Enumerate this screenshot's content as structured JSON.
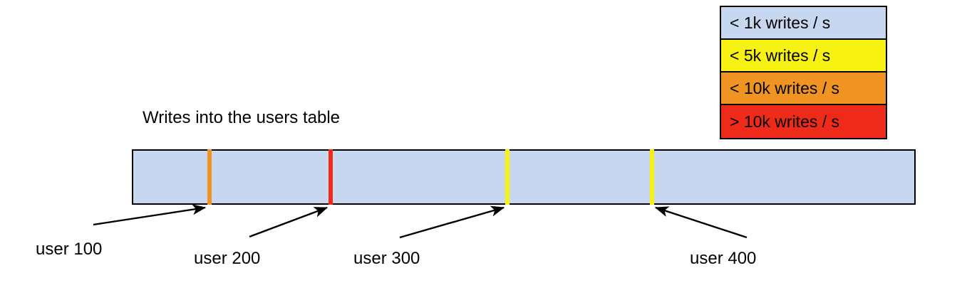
{
  "chart_data": {
    "type": "bar",
    "title": "Writes into the users table",
    "xlabel": "",
    "ylabel": "",
    "orientation": "horizontal",
    "description": "A single horizontal range bar representing the users table keyspace, shaded by write throughput. Most of the range is < 1k writes / s (light blue); four narrow hot spots are marked at user 100 (orange, < 10k writes / s), user 200 (red, > 10k writes / s), user 300 (yellow, < 5k writes / s) and user 400 (yellow, < 5k writes / s).",
    "base_band": "< 1k writes / s",
    "base_color": "#c7d7ef",
    "categories": [
      "user 100",
      "user 200",
      "user 300",
      "user 400"
    ],
    "markers": [
      {
        "label": "user 100",
        "band": "< 10k writes / s",
        "color": "#ef9322",
        "position_pct": 9.6
      },
      {
        "label": "user 200",
        "band": "> 10k writes / s",
        "color": "#ee2a18",
        "position_pct": 25.1
      },
      {
        "label": "user 300",
        "band": "< 5k writes / s",
        "color": "#f7f211",
        "position_pct": 47.6
      },
      {
        "label": "user 400",
        "band": "< 5k writes / s",
        "color": "#f7f211",
        "position_pct": 66.1
      }
    ],
    "legend": {
      "position": "top-right",
      "entries": [
        {
          "label": "< 1k writes / s",
          "color": "#c7d7ef"
        },
        {
          "label": "< 5k writes / s",
          "color": "#f7f211"
        },
        {
          "label": "< 10k writes / s",
          "color": "#ef9322"
        },
        {
          "label": "> 10k writes / s",
          "color": "#ee2a18"
        }
      ]
    }
  },
  "legend": {
    "entries": [
      {
        "label": "< 1k writes / s"
      },
      {
        "label": "< 5k writes / s"
      },
      {
        "label": "< 10k writes / s"
      },
      {
        "label": "> 10k writes / s"
      }
    ]
  },
  "title": {
    "text": "Writes into the users table"
  },
  "labels": {
    "user_100": "user 100",
    "user_200": "user 200",
    "user_300": "user 300",
    "user_400": "user 400"
  },
  "colors": {
    "band_under_1k": "#c7d7ef",
    "band_under_5k": "#f7f211",
    "band_under_10k": "#ef9322",
    "band_over_10k": "#ee2a18",
    "outline": "#000000"
  }
}
